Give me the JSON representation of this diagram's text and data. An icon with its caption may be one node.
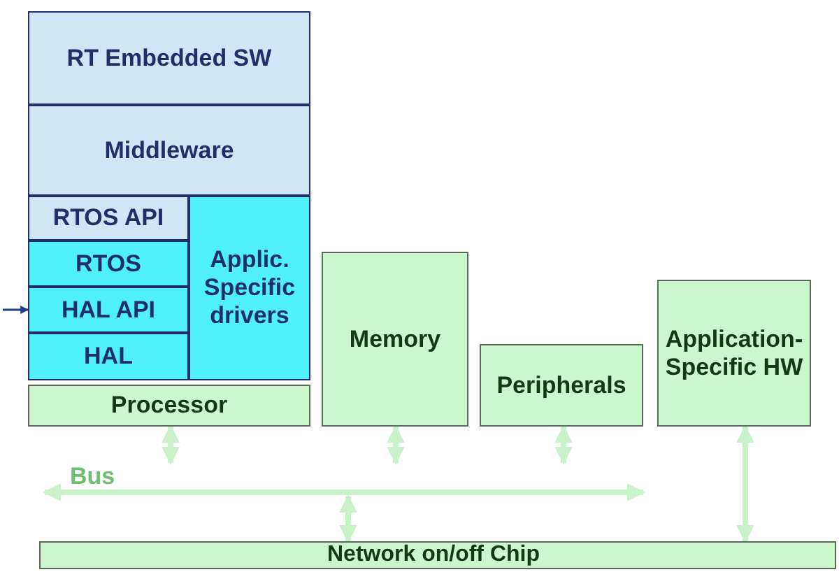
{
  "diagram": {
    "nodes": [
      {
        "text": [
          "RT Embedded SW"
        ]
      },
      {
        "text": [
          "Middleware"
        ]
      },
      {
        "text": [
          "RTOS API"
        ]
      },
      {
        "text": [
          "RTOS"
        ]
      },
      {
        "text": [
          "HAL API"
        ]
      },
      {
        "text": [
          "HAL"
        ]
      },
      {
        "text": [
          "Applic. Specific drivers"
        ]
      },
      {
        "text": [
          "Processor"
        ]
      },
      {
        "text": [
          "Memory"
        ]
      },
      {
        "text": [
          "Peripherals"
        ]
      },
      {
        "text": [
          "Application-Specific HW"
        ]
      },
      {
        "text": [
          "Bus"
        ]
      },
      {
        "text": [
          "Network on/off Chip"
        ]
      }
    ],
    "edges": [
      {
        "from": null,
        "to": 4,
        "arrow": "to",
        "color": "#1f3b8a"
      },
      {
        "from": 7,
        "to": 11,
        "arrow": "both"
      },
      {
        "from": 8,
        "to": 11,
        "arrow": "both"
      },
      {
        "from": 9,
        "to": 11,
        "arrow": "both"
      },
      {
        "from": 11,
        "to": 12,
        "arrow": "both"
      },
      {
        "from": 10,
        "to": 12,
        "arrow": "both"
      }
    ]
  }
}
